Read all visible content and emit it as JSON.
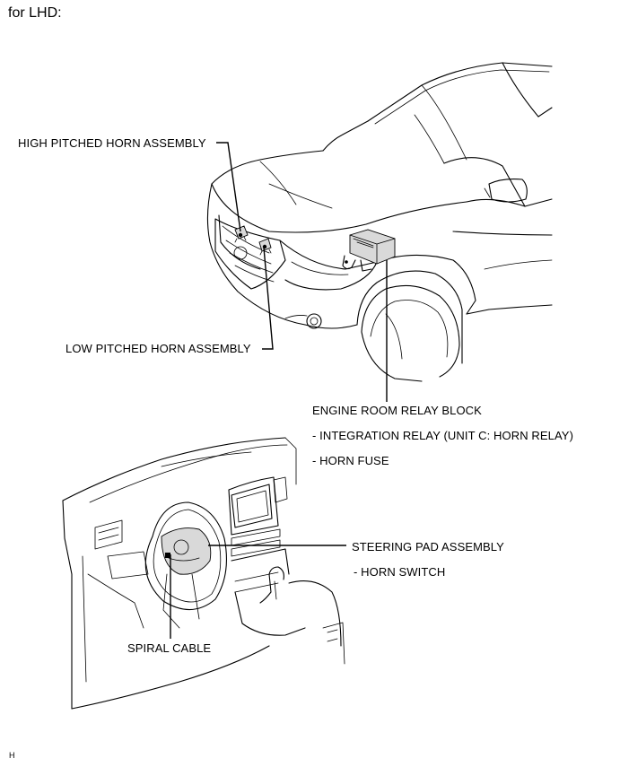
{
  "header": {
    "title": "for LHD:"
  },
  "labels": {
    "high_horn": "HIGH PITCHED HORN ASSEMBLY",
    "low_horn": "LOW PITCHED HORN ASSEMBLY",
    "relay_block": "ENGINE ROOM RELAY BLOCK",
    "integration_relay": "- INTEGRATION RELAY (UNIT C: HORN RELAY)",
    "horn_fuse": "- HORN FUSE",
    "steering_pad": "STEERING PAD ASSEMBLY",
    "horn_switch": "- HORN SWITCH",
    "spiral_cable": "SPIRAL CABLE"
  },
  "footer": {
    "code": "H"
  }
}
